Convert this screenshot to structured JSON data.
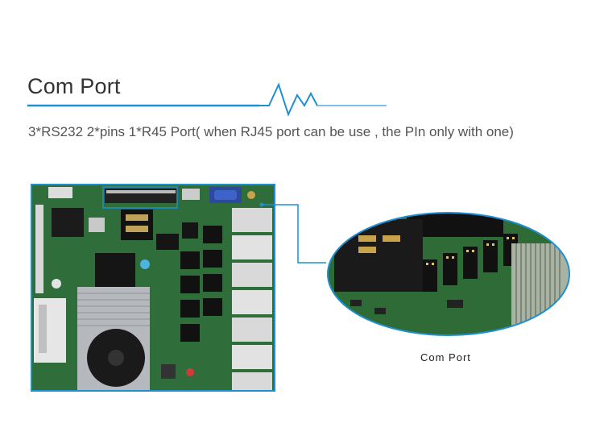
{
  "header": {
    "title": "Com Port",
    "subtitle": "3*RS232  2*pins  1*R45 Port( when RJ45 port can be use , the PIn only with one)"
  },
  "zoom": {
    "caption": "Com Port"
  },
  "colors": {
    "accent": "#1e8fd2",
    "pcb": "#2f6e3b",
    "text": "#333333"
  }
}
